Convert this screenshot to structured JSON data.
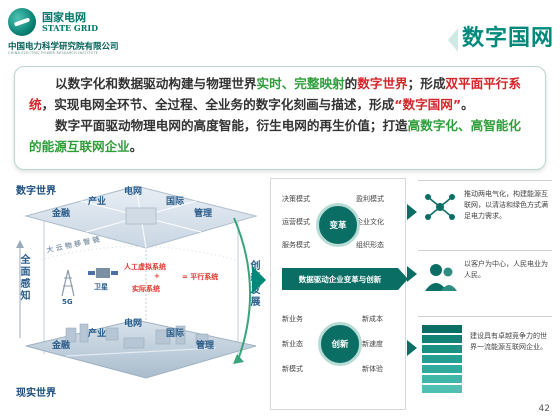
{
  "header": {
    "logo_cn": "国家电网",
    "logo_en": "STATE GRID",
    "institute": "中国电力科学研究院有限公司",
    "institute_en": "CHINA ELECTRIC POWER RESEARCH INSTITUTE",
    "title": "数字国网"
  },
  "intro": {
    "p1_a": "以数字化和数据驱动构建与物理世界",
    "p1_b": "实时、完整映射",
    "p1_c": "的",
    "p1_d": "数字世界",
    "p1_e": "；形成",
    "p1_f": "双平面平行系统",
    "p1_g": "，实现电网全环节、全过程、全业务的数字化刻画与描述，形成",
    "p1_h": "“数字国网”",
    "p1_i": "。",
    "p2_a": "数字平面驱动物理电网的高度智能，衍生电网的再生价值；打造",
    "p2_b": "高数字化、高智能化的能源互联网企业",
    "p2_c": "。"
  },
  "left": {
    "digital_world": "数字世界",
    "real_world": "现实世界",
    "top_grid": "电网",
    "top_industry": "产业",
    "top_finance": "金融",
    "top_intl": "国际",
    "top_mgmt": "管理",
    "bot_grid": "电网",
    "bot_industry": "产业",
    "bot_finance": "金融",
    "bot_intl": "国际",
    "bot_mgmt": "管理",
    "tech_row": "大 云 物 移 智 链",
    "perceive": "全面感知",
    "innovate": "创新发展",
    "virtual_sys": "人工虚拟系统",
    "plus": "+",
    "actual_sys": "实际系统",
    "equals": "= 平行系统",
    "label_5g": "5G",
    "label_sat": "卫星"
  },
  "flow": {
    "reform": "变革",
    "innovation": "创新",
    "banner": "数据驱动企业变革与创新",
    "top_items": [
      "决策模式",
      "盈利模式",
      "运营模式",
      "企业文化",
      "服务模式",
      "组织形态"
    ],
    "bottom_items": [
      "新业务",
      "新成本",
      "新业态",
      "新速度",
      "新模式",
      "新体验"
    ]
  },
  "info": [
    {
      "icon": "network-icon",
      "text": "推动两电气化，构建能源互联网，以清洁和绿色方式满足电力需求。"
    },
    {
      "icon": "people-icon",
      "text": "以客户为中心，人民电业为人民。"
    },
    {
      "icon": "stair-icon",
      "text": "建设具有卓越竞争力的世界一流能源互联网企业。"
    }
  ],
  "page_number": "42"
}
